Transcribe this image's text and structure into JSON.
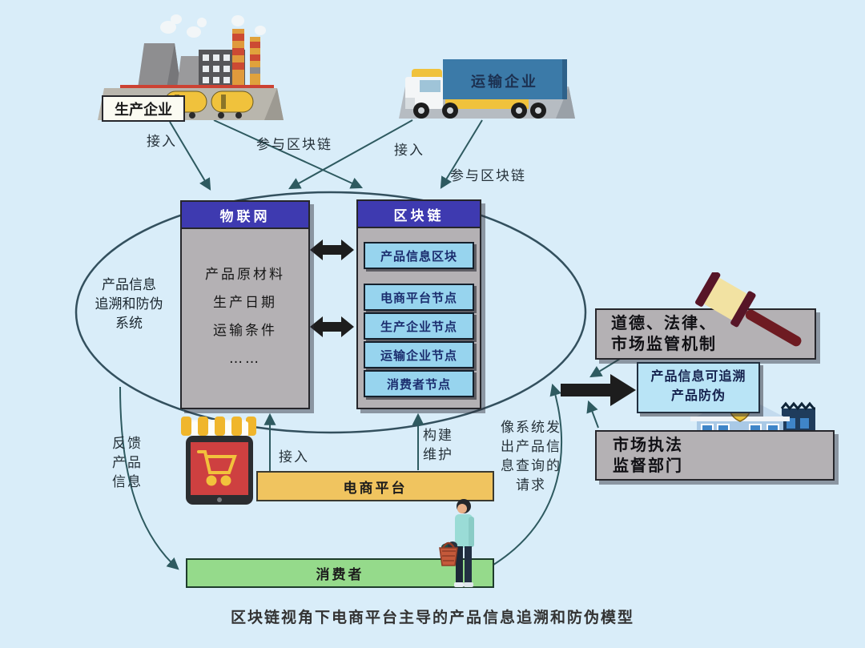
{
  "caption": "区块链视角下电商平台主导的产品信息追溯和防伪模型",
  "producer": {
    "label": "生产企业",
    "join": "接入",
    "participate": "参与区块链"
  },
  "transporter": {
    "label": "运输企业",
    "join": "接入",
    "participate": "参与区块链"
  },
  "system_label": {
    "line1": "产品信息",
    "line2": "追溯和防伪",
    "line3": "系统"
  },
  "iot": {
    "title": "物联网",
    "items": [
      "产品原材料",
      "生产日期",
      "运输条件",
      "……"
    ]
  },
  "blockchain": {
    "title": "区块链",
    "nodes": [
      "产品信息区块",
      "电商平台节点",
      "生产企业节点",
      "运输企业节点",
      "消费者节点"
    ]
  },
  "regulation": {
    "line1": "道德、法律、",
    "line2": "市场监管机制"
  },
  "trace_result": {
    "line1": "产品信息可追溯",
    "line2": "产品防伪"
  },
  "enforcement": {
    "line1": "市场执法",
    "line2": "监督部门"
  },
  "ecommerce": {
    "label": "电商平台",
    "join": "接入",
    "build_line1": "构建",
    "build_line2": "维护"
  },
  "consumer": {
    "label": "消费者"
  },
  "feedback": {
    "line1": "反馈",
    "line2": "产品",
    "line3": "信息"
  },
  "query": {
    "line1": "像系统发",
    "line2": "出产品信",
    "line3": "息查询的",
    "line4": "请求"
  },
  "icons": [
    "factory-icon",
    "truck-icon",
    "gavel-icon",
    "police-station-icon",
    "online-store-icon",
    "shopper-icon"
  ],
  "colors": {
    "background": "#d9edf9",
    "header_blue": "#3e3ab0",
    "body_gray": "#b4b1b4",
    "node_blue": "#97d4ee",
    "node_text_navy": "#1b2d6e",
    "ecommerce_yellow": "#f0c45f",
    "consumer_green": "#95da8b",
    "trace_box_blue": "#b9e4f6",
    "arrow_teal": "#2e5a60",
    "arrow_black": "#1d1d1d",
    "ellipse_stroke": "#33505e"
  }
}
